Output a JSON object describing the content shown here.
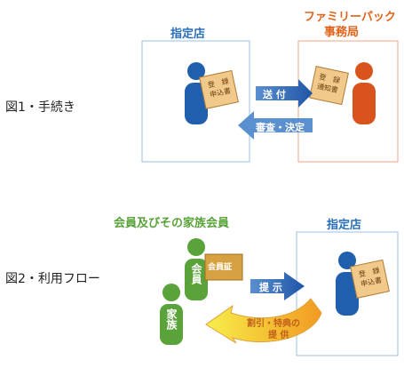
{
  "fig1": {
    "label": "図1・手続き",
    "left_title": "指定店",
    "right_title_line1": "ファミリーパック",
    "right_title_line2": "事務局",
    "arrow_send": "送 付",
    "arrow_review": "審査・決定",
    "card_left": {
      "line1": "登　録",
      "line2": "申込書"
    },
    "card_right": {
      "line1": "登　録",
      "line2": "通知書"
    }
  },
  "fig2": {
    "label": "図2・利用フロー",
    "group_title": "会員及びその家族会員",
    "right_title": "指定店",
    "member_label": "会員",
    "family_label": "家族",
    "member_card": "会員証",
    "arrow_present": "提 示",
    "curve_line1": "割引・特典の",
    "curve_line2": "提 供",
    "card_right": {
      "line1": "登　録",
      "line2": "申込書"
    }
  },
  "colors": {
    "blue_person": "#1f5fad",
    "orange_person": "#d9541c",
    "green_person": "#5aa33a",
    "card_fill": "#f1c98a",
    "arrow_blue": "#2c62ad",
    "curve_yellow": "#f4ea3c",
    "curve_orange": "#f2a125",
    "box_blue": "#8fb7dc",
    "box_orange": "#f2a07c",
    "green_heading": "#5aa33a"
  }
}
